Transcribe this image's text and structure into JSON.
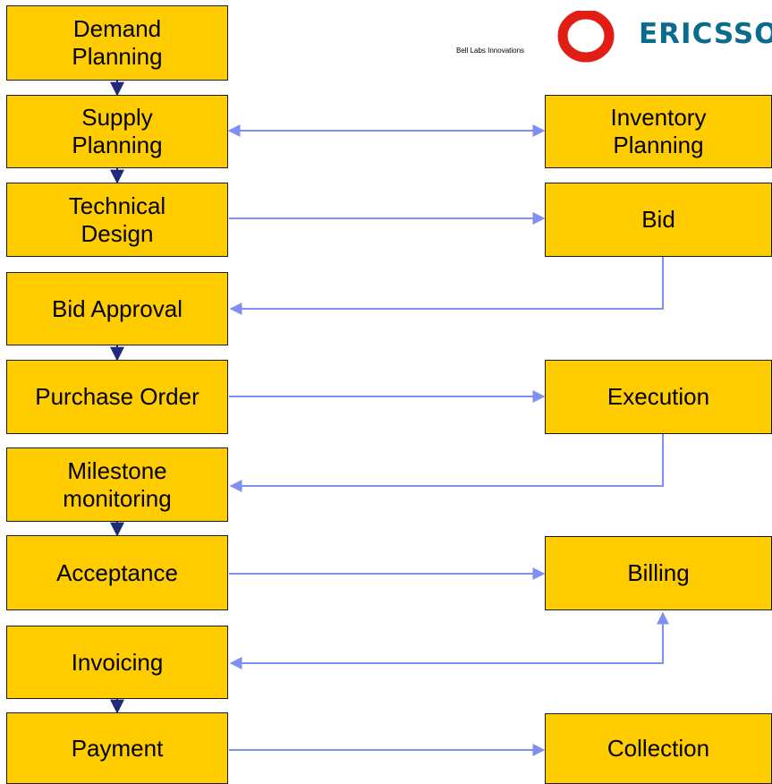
{
  "colors": {
    "box_fill": "#ffcc00",
    "box_border": "#1a1a1a",
    "vertical_arrow": "#1f2b7a",
    "horizontal_arrow": "#7f8ff2",
    "logo_red": "#e01e14",
    "logo_text": "#0b6b8f"
  },
  "logo": {
    "brand": "ERICSSON",
    "tagline": "Bell Labs Innovations",
    "icon": "ericsson-ring-icon"
  },
  "left_column": [
    {
      "id": "demand-planning",
      "label": "Demand\nPlanning"
    },
    {
      "id": "supply-planning",
      "label": "Supply\nPlanning"
    },
    {
      "id": "technical-design",
      "label": "Technical\nDesign"
    },
    {
      "id": "bid-approval",
      "label": "Bid Approval"
    },
    {
      "id": "purchase-order",
      "label": "Purchase Order"
    },
    {
      "id": "milestone-monitoring",
      "label": "Milestone\nmonitoring"
    },
    {
      "id": "acceptance",
      "label": "Acceptance"
    },
    {
      "id": "invoicing",
      "label": "Invoicing"
    },
    {
      "id": "payment",
      "label": "Payment"
    }
  ],
  "right_column": [
    {
      "id": "inventory-planning",
      "label": "Inventory\nPlanning"
    },
    {
      "id": "bid",
      "label": "Bid"
    },
    {
      "id": "execution",
      "label": "Execution"
    },
    {
      "id": "billing",
      "label": "Billing"
    },
    {
      "id": "collection",
      "label": "Collection"
    }
  ],
  "connections": [
    {
      "from": "demand-planning",
      "to": "supply-planning",
      "kind": "flow"
    },
    {
      "from": "supply-planning",
      "to": "technical-design",
      "kind": "flow"
    },
    {
      "from": "bid-approval",
      "to": "purchase-order",
      "kind": "flow"
    },
    {
      "from": "milestone-monitoring",
      "to": "acceptance",
      "kind": "flow"
    },
    {
      "from": "invoicing",
      "to": "payment",
      "kind": "flow"
    },
    {
      "from": "supply-planning",
      "to": "inventory-planning",
      "kind": "bidirectional"
    },
    {
      "from": "technical-design",
      "to": "bid",
      "kind": "exchange"
    },
    {
      "from": "bid",
      "to": "bid-approval",
      "kind": "exchange"
    },
    {
      "from": "purchase-order",
      "to": "execution",
      "kind": "exchange"
    },
    {
      "from": "execution",
      "to": "milestone-monitoring",
      "kind": "exchange"
    },
    {
      "from": "acceptance",
      "to": "billing",
      "kind": "exchange"
    },
    {
      "from": "invoicing",
      "to": "billing",
      "kind": "exchange"
    },
    {
      "from": "payment",
      "to": "collection",
      "kind": "exchange"
    }
  ]
}
